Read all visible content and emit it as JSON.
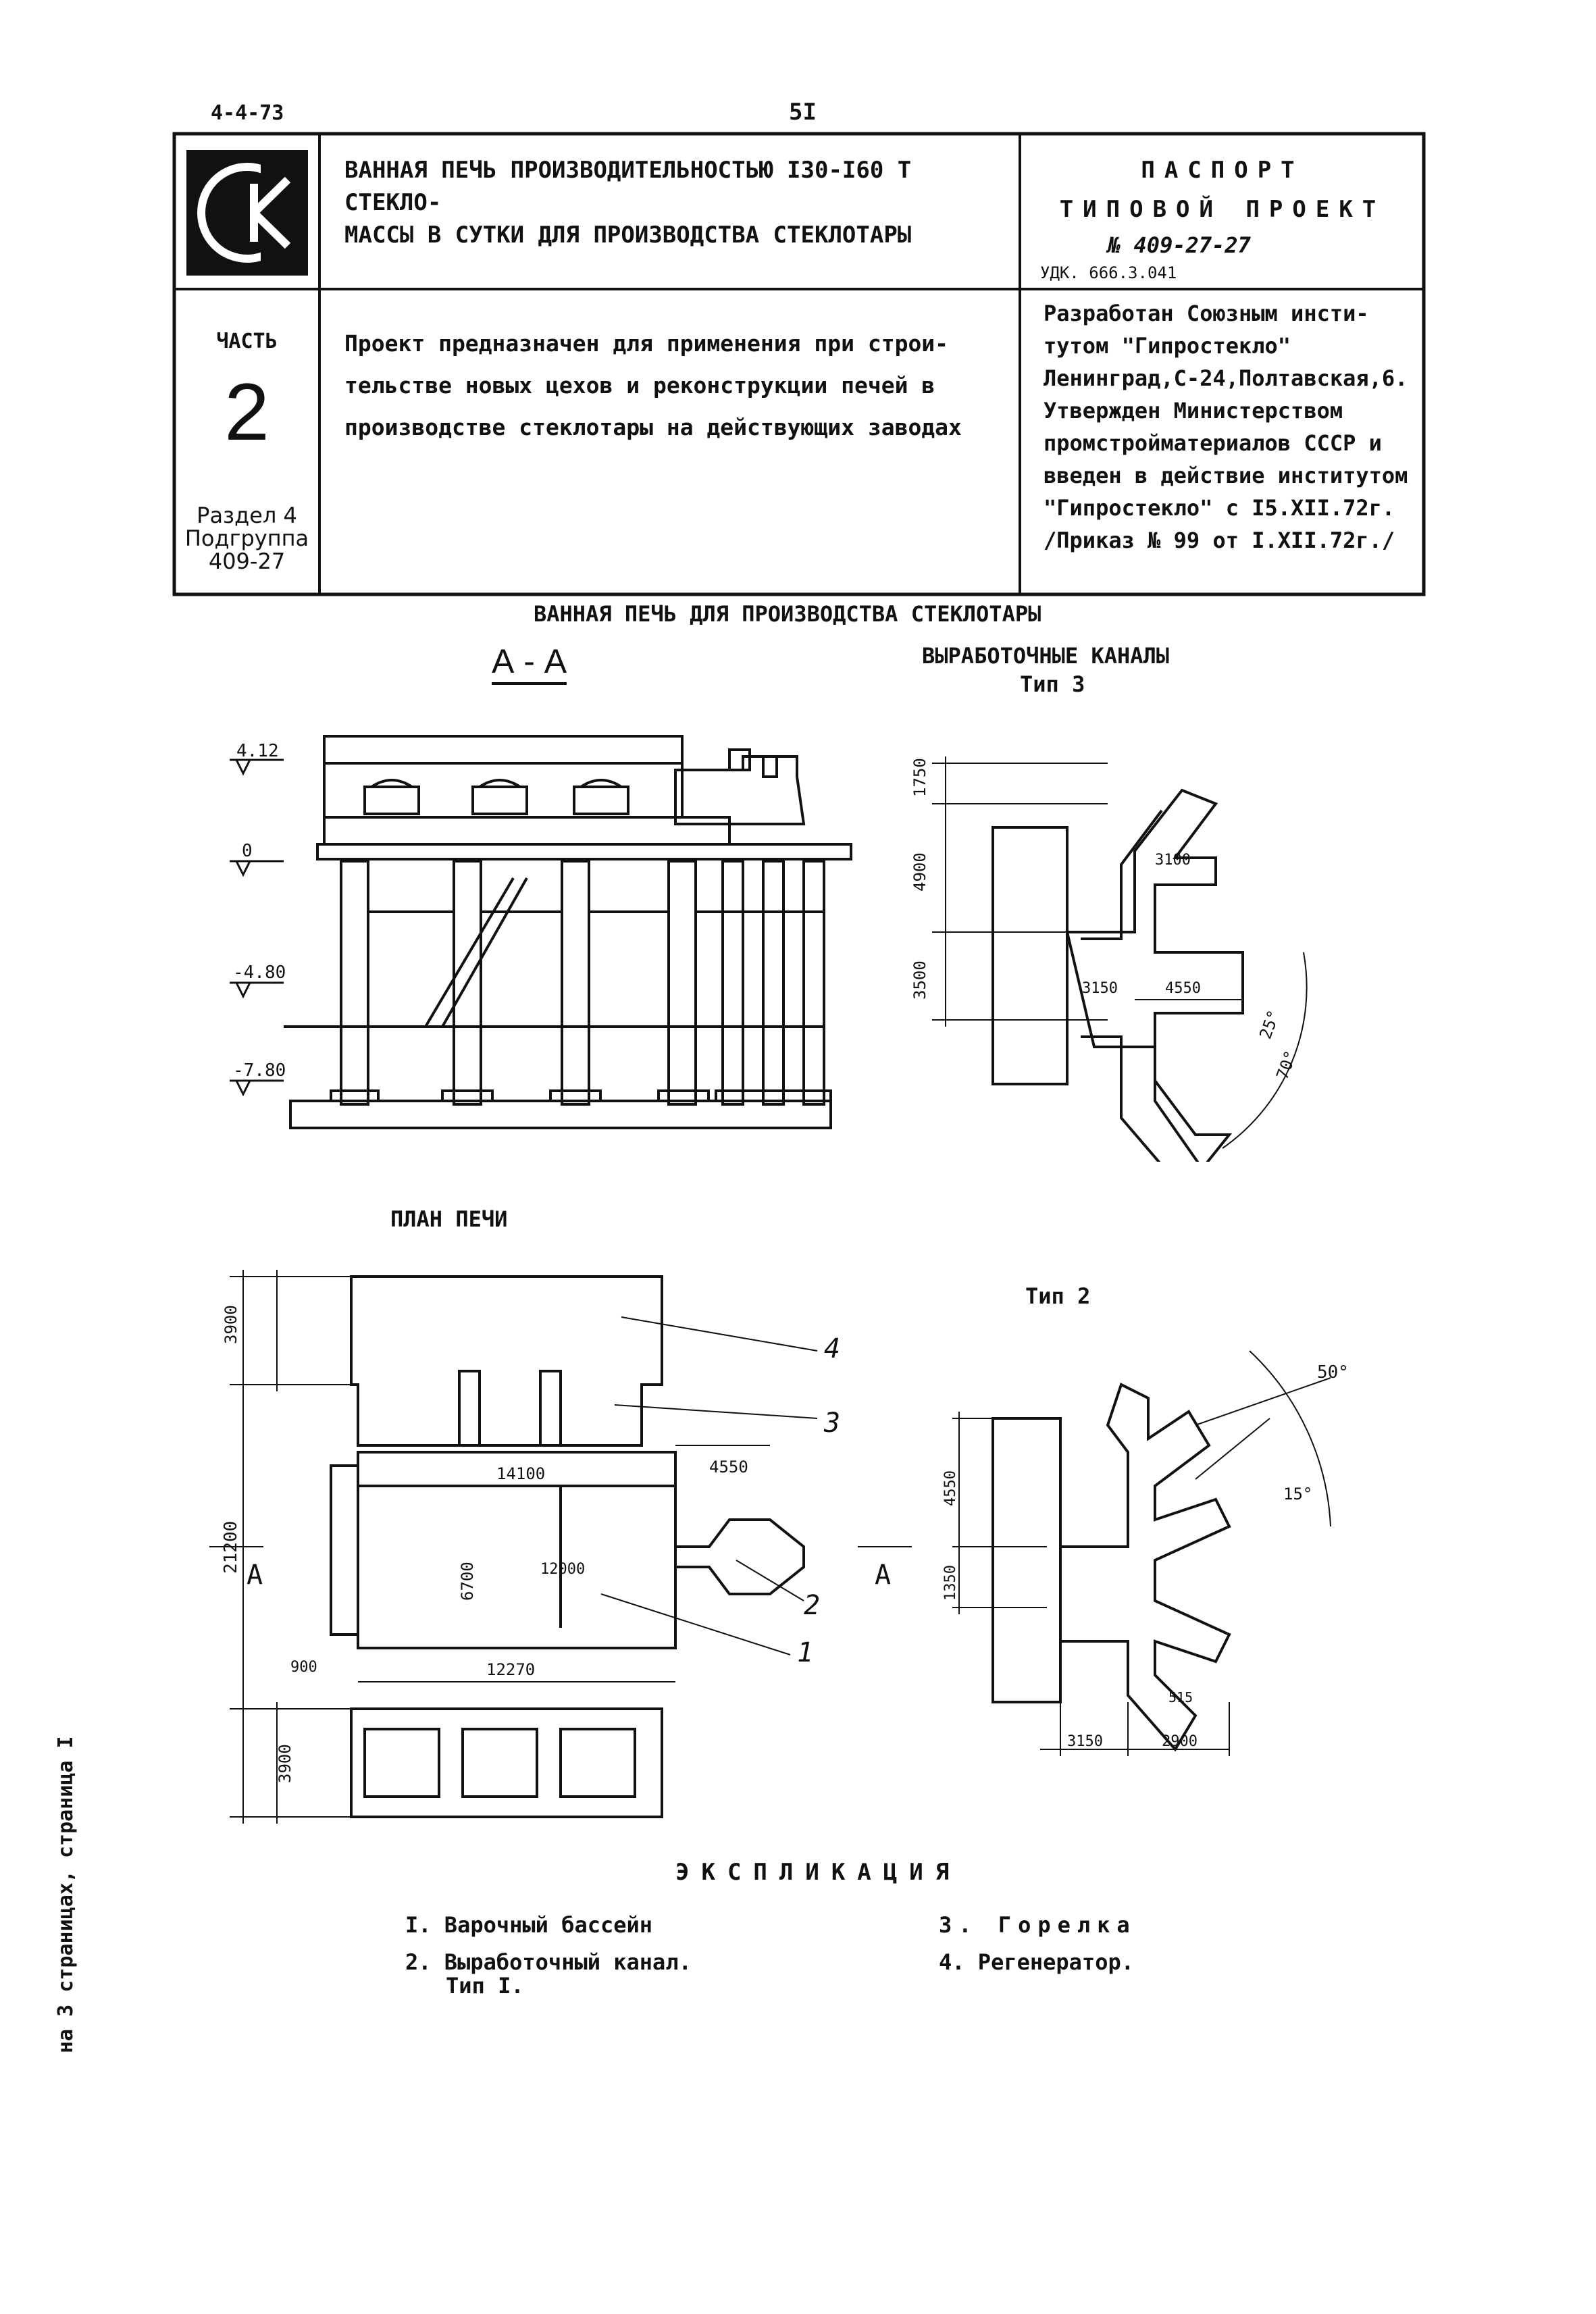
{
  "sheet": {
    "code": "4-4-73",
    "page_number": "5I",
    "side_note": "на 3 страницах, страница I"
  },
  "title_block": {
    "title": "ВАННАЯ ПЕЧЬ ПРОИЗВОДИТЕЛЬНОСТЬЮ I30-I60 Т СТЕКЛОМАССЫ В СУТКИ ДЛЯ ПРОИЗВОДСТВА СТЕКЛОТАРЫ",
    "title_line1": "ВАННАЯ ПЕЧЬ ПРОИЗВОДИТЕЛЬНОСТЬЮ I30-I60 Т СТЕКЛО-",
    "title_line2": "МАССЫ В СУТКИ ДЛЯ ПРОИЗВОДСТВА СТЕКЛОТАРЫ",
    "passport": "ПАСПОРТ",
    "project_type": "ТИПОВОЙ ПРОЕКТ",
    "project_number": "№ 409-27-27",
    "udk": "УДК. 666.3.041",
    "part_label": "ЧАСТЬ",
    "part_number": "2",
    "section": "Раздел 4",
    "subgroup": "Подгруппа",
    "subgroup_number": "409-27",
    "description_lines": [
      "Проект предназначен для применения при строи-",
      "тельстве новых цехов и реконструкции печей в",
      "производстве стеклотары на действующих заводах"
    ],
    "developer_lines": [
      "Разработан Союзным инсти-",
      "тутом \"Гипростекло\"",
      "Ленинград,С-24,Полтавская,6.",
      "Утвержден Министерством",
      "промстройматериалов СССР и",
      "введен в действие институтом",
      "\"Гипростекло\" с I5.XII.72г.",
      "/Приказ № 99 от I.XII.72г./"
    ]
  },
  "drawing": {
    "main_caption": "ВАННАЯ ПЕЧЬ ДЛЯ ПРОИЗВОДСТВА СТЕКЛОТАРЫ",
    "section_label": "А - А",
    "channels_caption": "ВЫРАБОТОЧНЫЕ КАНАЛЫ",
    "type3": "Тип 3",
    "type2": "Тип 2",
    "plan_caption": "ПЛАН ПЕЧИ",
    "levels": [
      "4.12",
      "0",
      "-4.80",
      "-7.80"
    ],
    "type3_dims": [
      "1750",
      "4900",
      "3500",
      "3100",
      "3150",
      "4550",
      "25°",
      "70°"
    ],
    "type2_dims": [
      "50°",
      "15°",
      "4550",
      "1350",
      "515",
      "3150",
      "2900"
    ],
    "plan_dims": [
      "3900",
      "21200",
      "14100",
      "4550",
      "6700",
      "12000",
      "900",
      "12270",
      "3900"
    ],
    "plan_marks": [
      "4",
      "3",
      "2",
      "1"
    ],
    "cut_mark": "А"
  },
  "legend": {
    "title": "ЭКСПЛИКАЦИЯ",
    "items": [
      "I. Варочный бассейн",
      "2. Выработочный канал.",
      "Тип I.",
      "3. Горелка",
      "4. Регенератор."
    ]
  }
}
